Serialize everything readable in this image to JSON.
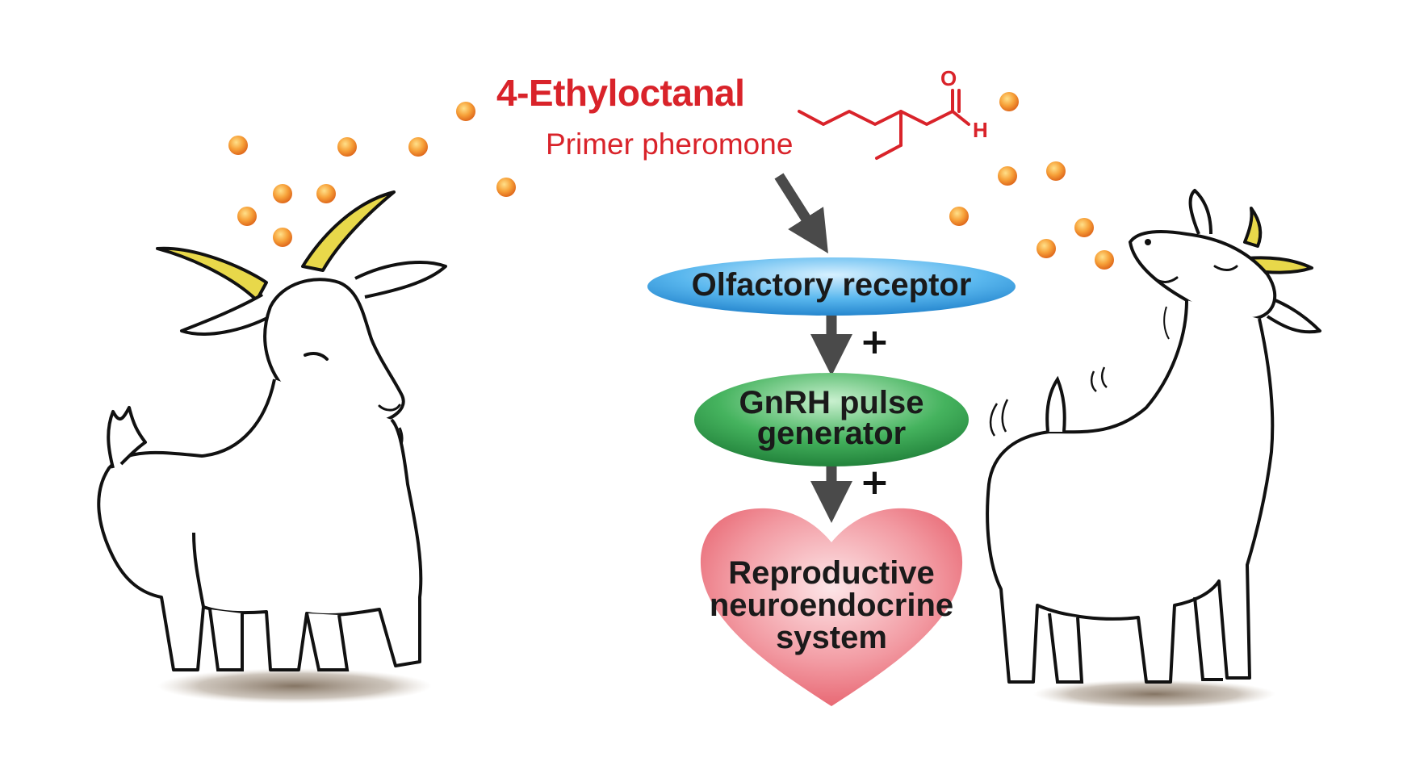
{
  "compound": {
    "name": "4-Ethyloctanal",
    "type": "Primer pheromone",
    "atoms": {
      "oxygen": "O",
      "hydrogen": "H"
    }
  },
  "pathway": {
    "nodes": [
      {
        "lines": [
          "Olfactory receptor"
        ],
        "color": "#2f9de0"
      },
      {
        "lines": [
          "GnRH pulse",
          "generator"
        ],
        "color": "#2e9a4c"
      },
      {
        "lines": [
          "Reproductive",
          "neuroendocrine",
          "system"
        ],
        "color": "#e85a66"
      }
    ],
    "edge_labels": [
      "+",
      "+"
    ]
  },
  "colors": {
    "pheromone_red": "#d9232a",
    "arrow_gray": "#4a4a4a",
    "particle_orange": "#f28c28",
    "horn_yellow": "#e8d84a",
    "shadow_brown": "#8a7a68"
  },
  "icons": [
    "male-goat-icon",
    "female-goat-icon",
    "pheromone-particle-icon",
    "heart-icon"
  ]
}
